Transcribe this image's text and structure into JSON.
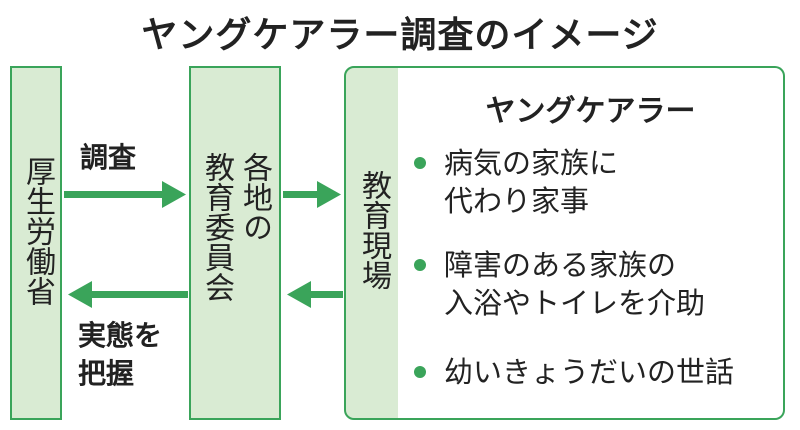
{
  "title": "ヤングケアラー調査のイメージ",
  "colors": {
    "accent": "#3aa45a",
    "box_fill": "#d9ebd3"
  },
  "boxes": {
    "ministry": "厚生労働省",
    "board_line1": "各地の",
    "board_line2": "教育委員会",
    "school": "教育現場"
  },
  "arrows": {
    "survey_label": "調査",
    "grasp_line1": "実態を",
    "grasp_line2": "把握"
  },
  "panel": {
    "title": "ヤングケアラー",
    "items": [
      {
        "line1": "病気の家族に",
        "line2": "代わり家事"
      },
      {
        "line1": "障害のある家族の",
        "line2": "入浴やトイレを介助"
      },
      {
        "line1": "幼いきょうだいの世話",
        "line2": ""
      }
    ]
  }
}
